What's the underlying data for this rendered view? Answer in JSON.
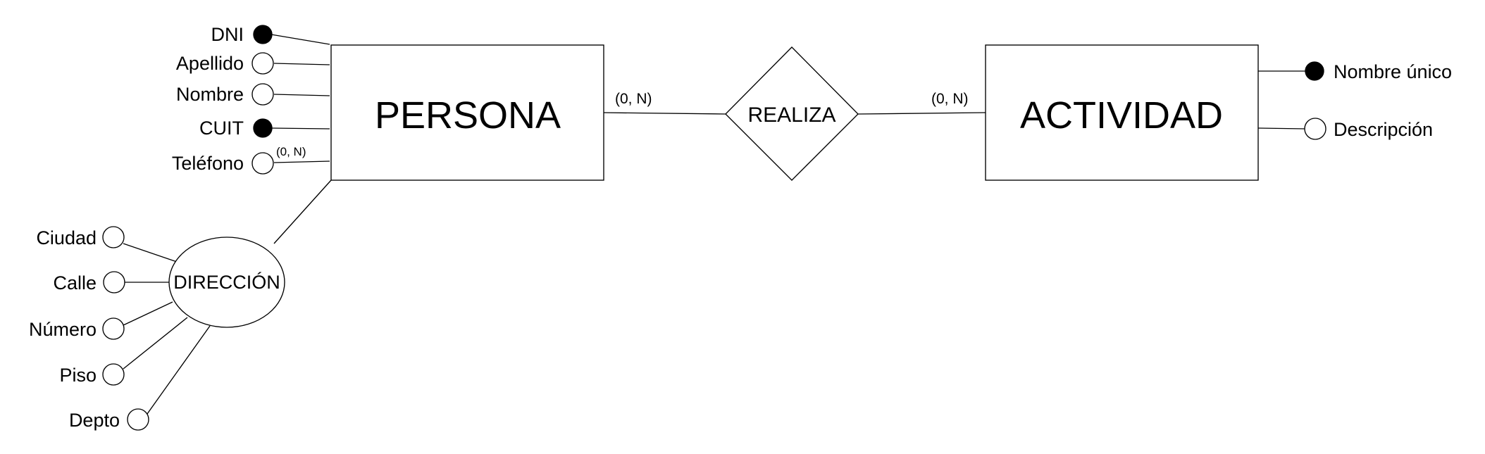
{
  "entities": {
    "persona": "PERSONA",
    "actividad": "ACTIVIDAD"
  },
  "relationship": {
    "label": "REALIZA",
    "card_left": "(0, N)",
    "card_right": "(0, N)"
  },
  "composite": {
    "label": "DIRECCIÓN"
  },
  "persona_attributes": [
    {
      "label": "DNI",
      "key": true
    },
    {
      "label": "Apellido",
      "key": false
    },
    {
      "label": "Nombre",
      "key": false
    },
    {
      "label": "CUIT",
      "key": true
    },
    {
      "label": "Teléfono",
      "key": false,
      "cardinality": "(0, N)"
    }
  ],
  "direccion_attributes": [
    {
      "label": "Ciudad"
    },
    {
      "label": "Calle"
    },
    {
      "label": "Número"
    },
    {
      "label": "Piso"
    },
    {
      "label": "Depto"
    }
  ],
  "actividad_attributes": [
    {
      "label": "Nombre único",
      "key": true
    },
    {
      "label": "Descripción",
      "key": false
    }
  ]
}
